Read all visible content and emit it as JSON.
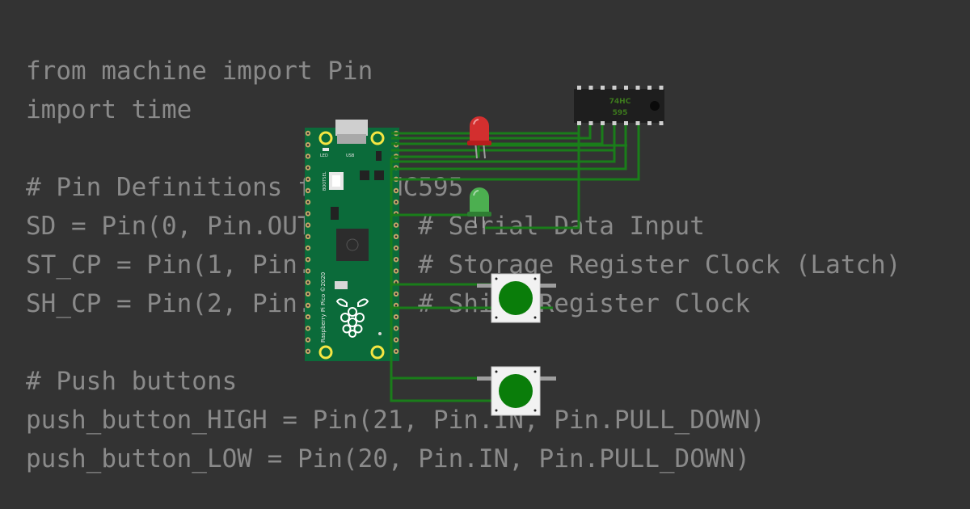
{
  "code_lines": [
    "from machine import Pin",
    "import time",
    "",
    "# Pin Definitions for 74HC595",
    "SD = Pin(0, Pin.OUT)      # Serial Data Input",
    "ST_CP = Pin(1, Pin.OUT)   # Storage Register Clock (Latch)",
    "SH_CP = Pin(2, Pin.OUT)   # Shift Register Clock",
    "",
    "# Push buttons",
    "push_button_HIGH = Pin(21, Pin.IN, Pin.PULL_DOWN)",
    "push_button_LOW = Pin(20, Pin.IN, Pin.PULL_DOWN)"
  ],
  "board": {
    "led_label": "LED",
    "usb_label": "USB",
    "bootsel_label": "BOOTSEL",
    "name": "Raspberry Pi Pico ©2020"
  },
  "chip": {
    "line1": "74HC",
    "line2": "595"
  },
  "leds": {
    "red": "#d32f2f",
    "green": "#4caf50"
  },
  "colors": {
    "background": "#333333",
    "code_text": "#8a8a8a",
    "wire": "#1a7d1a",
    "pcb": "#0b6b3a",
    "button_cap": "#0a7d0a"
  }
}
